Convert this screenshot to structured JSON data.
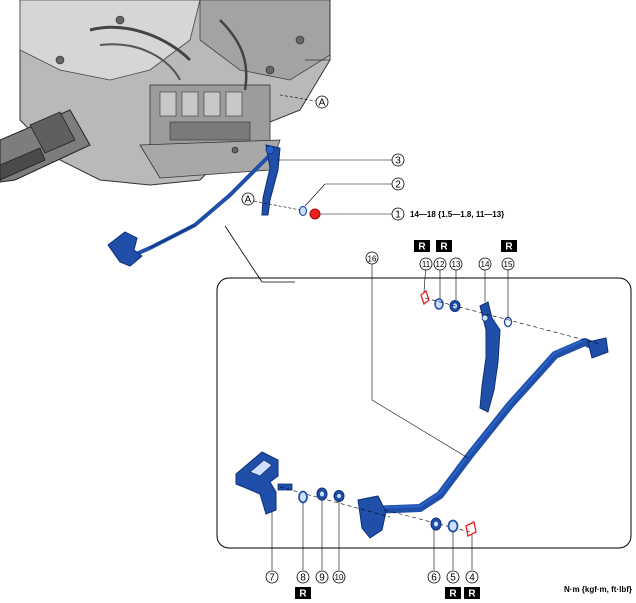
{
  "callouts": {
    "c1": "1",
    "c2": "2",
    "c3": "3",
    "c4": "4",
    "c5": "5",
    "c6": "6",
    "c7": "7",
    "c8": "8",
    "c9": "9",
    "c10": "10",
    "c11": "11",
    "c12": "12",
    "c13": "13",
    "c14": "14",
    "c15": "15",
    "c16": "16"
  },
  "reference": {
    "a_top": "A",
    "a_mid": "A"
  },
  "torque_spec": "14—18 {1.5—1.8, 11—13}",
  "replace_badge": "R",
  "units": "N·m {kgf·m, ft·lbf}",
  "colors": {
    "part_blue": "#1f4fa8",
    "part_dark": "#0f2f78",
    "torque_red": "#e8211c",
    "engine_gray": "#8a8a8a"
  }
}
